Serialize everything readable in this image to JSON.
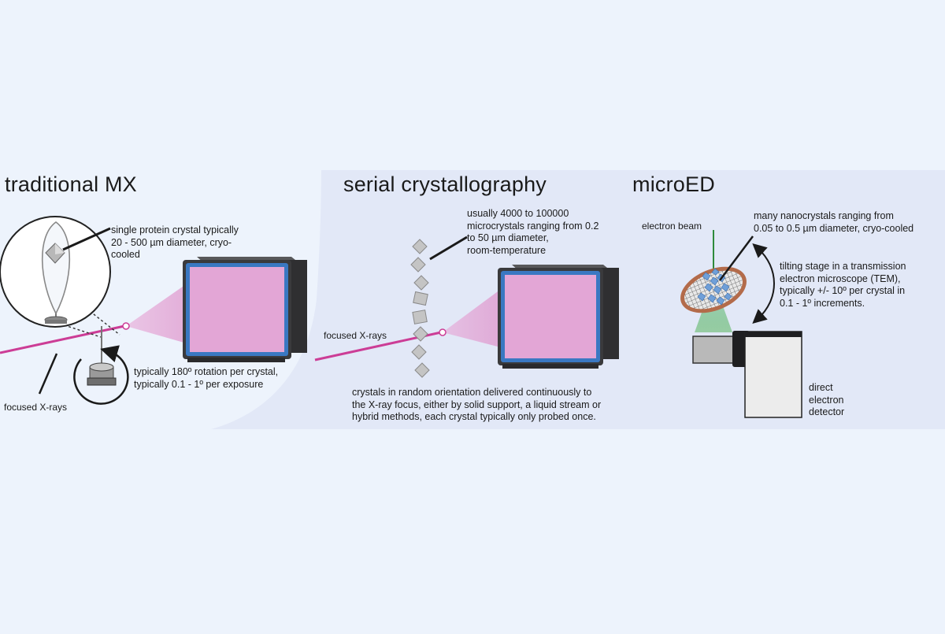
{
  "panels": {
    "traditional": {
      "title": "traditional MX",
      "crystal_note": "single protein crystal typically\n20 - 500 µm diameter, cryo-\ncooled",
      "rotation_note": "typically 180º rotation per crystal,\ntypically 0.1 - 1º per exposure",
      "beam_label": "focused X-rays"
    },
    "serial": {
      "title": "serial crystallography",
      "crystals_note": "usually 4000 to 100000\nmicrocrystals ranging from 0.2\nto 50 µm diameter,\nroom-temperature",
      "beam_label": "focused X-rays",
      "delivery_note": "crystals in random orientation delivered continuously to\nthe X-ray focus, either by solid support, a liquid stream or\nhybrid methods, each crystal typically only probed once."
    },
    "microed": {
      "title": "microED",
      "beam_label": "electron beam",
      "crystals_note": "many nanocrystals ranging from\n0.05 to 0.5 µm diameter, cryo-cooled",
      "stage_note": "tilting stage in a transmission\nelectron microscope (TEM),\ntypically +/- 10º per crystal in\n0.1 - 1º increments.",
      "detector_label": "direct\nelectron\ndetector"
    }
  },
  "colors": {
    "background": "#edf3fc",
    "panel": "#e3e9f8",
    "beam": "#cc3d96",
    "cone": "#e7a0d3",
    "detector_body": "#3a3a3c",
    "detector_frame": "#3a78c2",
    "detector_screen": "#e3a6d6",
    "electron_beam": "#2e8a3c",
    "grid_rim": "#b36b4a",
    "crystal_blue": "#6f9fd8"
  }
}
